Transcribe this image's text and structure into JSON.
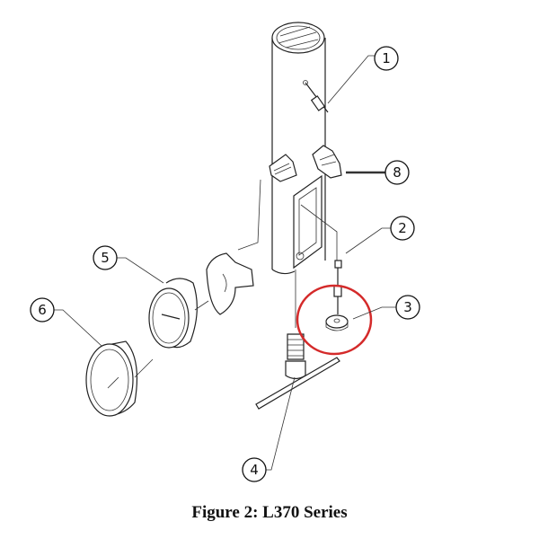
{
  "figure": {
    "caption": "Figure 2:  L370 Series",
    "callouts": [
      "1",
      "2",
      "3",
      "4",
      "5",
      "6",
      "8"
    ],
    "highlight_color": "#d42a2a"
  }
}
